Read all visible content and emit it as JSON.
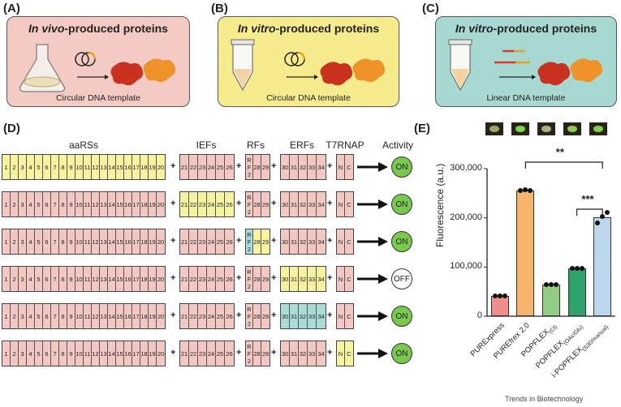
{
  "panel_labels": {
    "A": "(A)",
    "B": "(B)",
    "C": "(C)",
    "D": "(D)",
    "E": "(E)"
  },
  "panels": [
    {
      "title_em": "In vivo",
      "title_rest": "-produced proteins",
      "caption": "Circular DNA template",
      "bg": "#f4cbc4"
    },
    {
      "title_em": "In vitro",
      "title_rest": "-produced proteins",
      "caption": "Circular DNA template",
      "bg": "#f6ec8e"
    },
    {
      "title_em": "In vitro",
      "title_rest": "-produced proteins",
      "caption": "Linear DNA template",
      "bg": "#a8d8d2"
    }
  ],
  "grid_headers": {
    "aarss": "aaRSs",
    "iefs": "IEFs",
    "rfs": "RFs",
    "erfs": "ERFs",
    "t7": "T7RNAP",
    "activity": "Activity"
  },
  "aars_cells": [
    "1",
    "2",
    "3",
    "4",
    "5",
    "6",
    "7",
    "8",
    "9",
    "10",
    "11",
    "12",
    "13",
    "14",
    "15",
    "16",
    "17",
    "18",
    "19",
    "20"
  ],
  "ief_cells": [
    "21",
    "22",
    "23",
    "24",
    "25",
    "26"
  ],
  "rf_cells": [
    "RF2",
    "28",
    "29"
  ],
  "erf_cells": [
    "30",
    "31",
    "32",
    "33",
    "34"
  ],
  "t7_cells": [
    "N",
    "C"
  ],
  "plus": "+",
  "colors": {
    "pink": "#f3c8c2",
    "yellow": "#f6f2a0",
    "teal": "#a9dcd6",
    "on": "#7ac94f",
    "off": "#ffffff"
  },
  "rows": [
    {
      "aars": "yellow",
      "ief": "pink",
      "rf2": "pink",
      "rfs": "pink",
      "erf": "pink",
      "t7": "pink",
      "activity": "ON"
    },
    {
      "aars": "pink",
      "ief": "yellow",
      "rf2": "pink",
      "rfs": "pink",
      "erf": "pink",
      "t7": "pink",
      "activity": "ON"
    },
    {
      "aars": "pink",
      "ief": "pink",
      "rf2": "teal",
      "rfs": "yellow",
      "erf": "pink",
      "t7": "pink",
      "activity": "ON"
    },
    {
      "aars": "pink",
      "ief": "pink",
      "rf2": "pink",
      "rfs": "pink",
      "erf": "yellow",
      "t7": "pink",
      "activity": "OFF"
    },
    {
      "aars": "pink",
      "ief": "pink",
      "rf2": "pink",
      "rfs": "pink",
      "erf": "teal",
      "t7": "pink",
      "activity": "ON"
    },
    {
      "aars": "pink",
      "ief": "pink",
      "rf2": "pink",
      "rfs": "pink",
      "erf": "pink",
      "t7": "yellow",
      "activity": "ON"
    }
  ],
  "chart_data": {
    "type": "bar",
    "ylabel": "Fluorescence (a.u.)",
    "ylim": [
      0,
      300000
    ],
    "yticks": [
      "0",
      "100,000",
      "200,000",
      "300,000"
    ],
    "categories": [
      "PURExpress",
      "PUREfrex 2.0",
      "POPFLEX",
      "POPFLEX",
      "i-POPFLEX"
    ],
    "category_subscripts": [
      "",
      "",
      "(Cl)",
      "(OAc/Glu)",
      "(S30/manual)"
    ],
    "values": [
      42000,
      256000,
      64000,
      97000,
      201000
    ],
    "replicates": [
      [
        42000,
        42000,
        42000
      ],
      [
        256000,
        257000,
        255000
      ],
      [
        64000,
        64000,
        65000
      ],
      [
        97000,
        97000,
        97000
      ],
      [
        190000,
        203000,
        211000
      ]
    ],
    "colors": [
      "#f28e8e",
      "#f7b36b",
      "#93cc84",
      "#2fa36b",
      "#bcd6ee"
    ],
    "significance": [
      {
        "from": 1,
        "to": 4,
        "label": "**"
      },
      {
        "from": 3,
        "to": 4,
        "label": "***"
      }
    ]
  },
  "footer": "Trends in Biotechnology"
}
